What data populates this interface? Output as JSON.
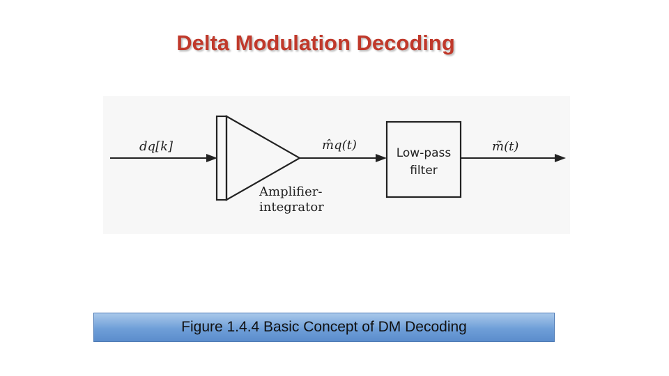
{
  "slide": {
    "title": "Delta Modulation Decoding",
    "title_color": "#c0392b",
    "caption": "Figure 1.4.4  Basic Concept of DM Decoding",
    "caption_color": "#6f9fd8"
  },
  "diagram": {
    "input_label": "dq[k]",
    "intermediate_label": "m̂q(t)",
    "output_label": "m̃(t)",
    "amplifier_label_line1": "Amplifier-",
    "amplifier_label_line2": "integrator",
    "filter_label_line1": "Low-pass",
    "filter_label_line2": "filter"
  }
}
